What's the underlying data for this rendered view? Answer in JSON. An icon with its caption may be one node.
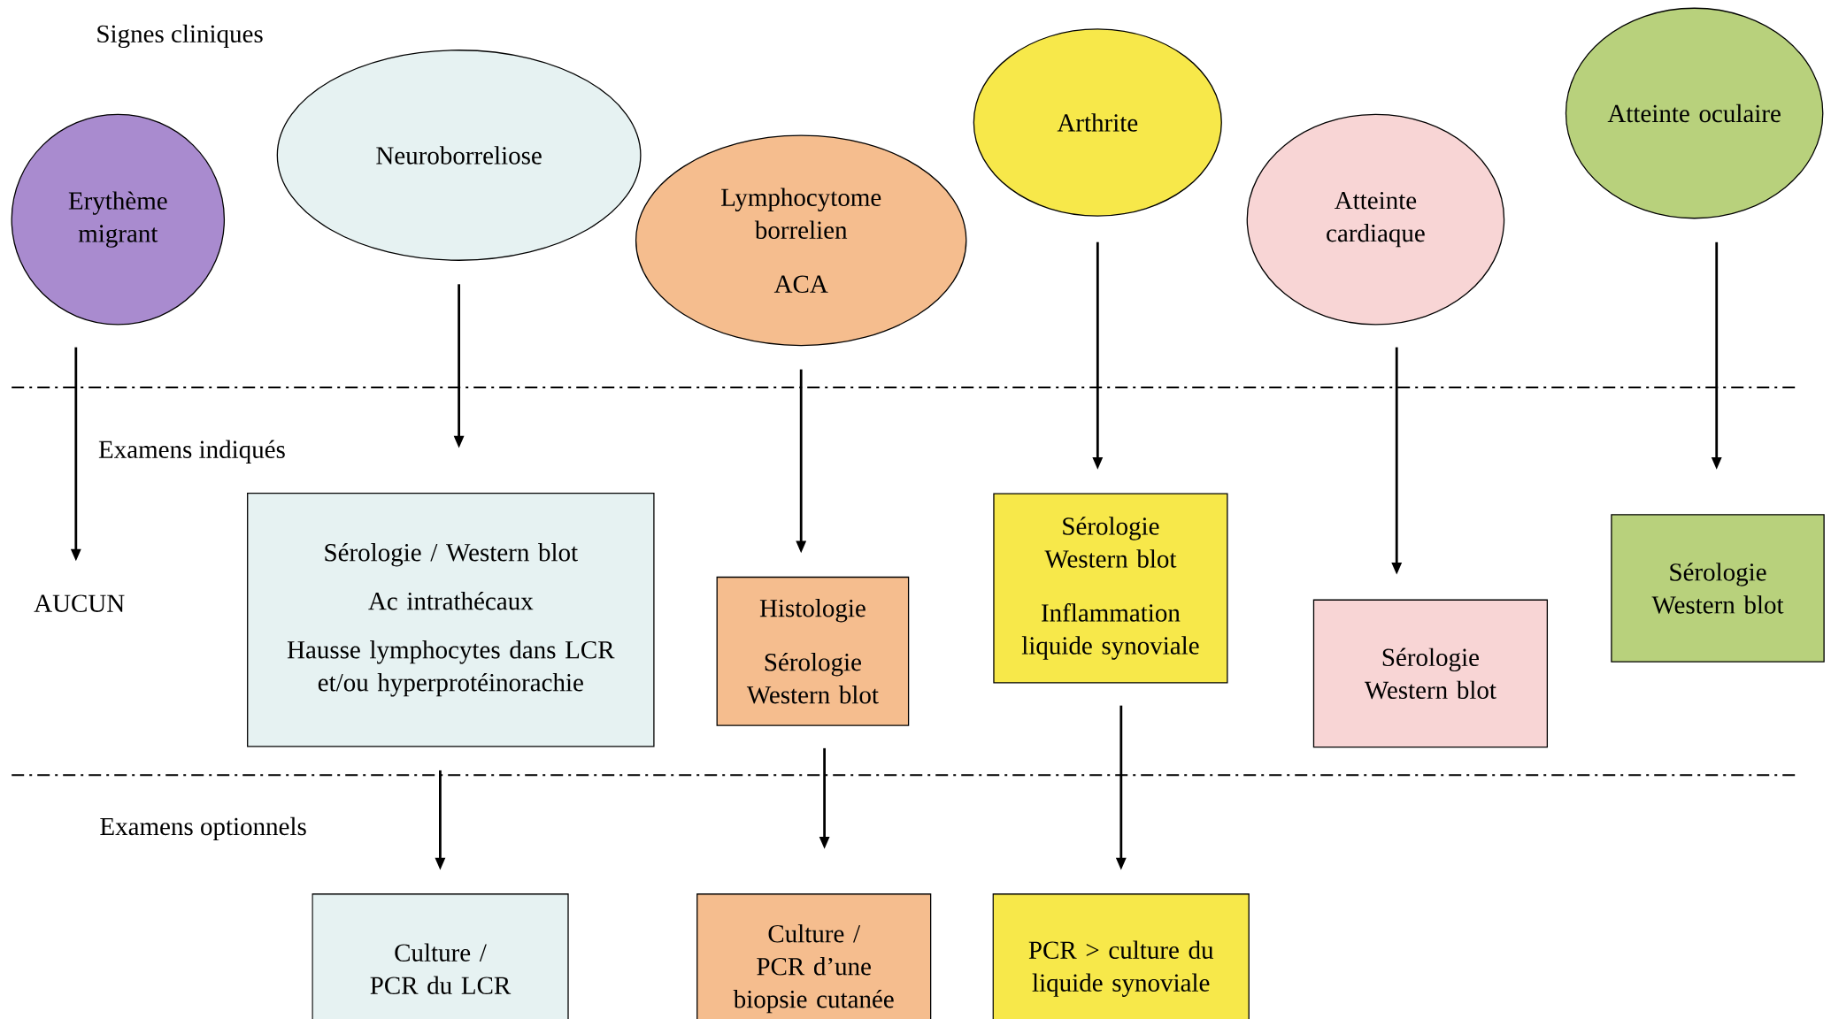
{
  "diagram": {
    "nodes": [
      {
        "text": [
          "Erythème migrant"
        ]
      },
      {
        "text": [
          "Neuroborreliose"
        ]
      },
      {
        "text": [
          "Lymphocytome borrelien",
          "ACA"
        ]
      },
      {
        "text": [
          "Arthrite"
        ]
      },
      {
        "text": [
          "Atteinte cardiaque"
        ]
      },
      {
        "text": [
          "Atteinte oculaire"
        ]
      },
      {
        "text": [
          "AUCUN"
        ]
      },
      {
        "text": [
          "Sérologie / Western blot",
          "Ac intrathécaux",
          "Hausse lymphocytes dans LCR et/ou hyperprotéinorachie"
        ]
      },
      {
        "text": [
          "Histologie",
          "Sérologie Western blot"
        ]
      },
      {
        "text": [
          "Sérologie Western blot",
          "Inflammation liquide synoviale"
        ]
      },
      {
        "text": [
          "Sérologie Western blot"
        ]
      },
      {
        "text": [
          "Sérologie Western blot"
        ]
      },
      {
        "text": [
          "Culture / PCR du LCR"
        ]
      },
      {
        "text": [
          "Culture / PCR d’une biopsie cutanée"
        ]
      },
      {
        "text": [
          "PCR > culture du liquide synoviale"
        ]
      }
    ],
    "edges": [
      {
        "from": 0,
        "to": 6,
        "arrow": "to"
      },
      {
        "from": 1,
        "to": 7,
        "arrow": "to"
      },
      {
        "from": 2,
        "to": 8,
        "arrow": "to"
      },
      {
        "from": 3,
        "to": 9,
        "arrow": "to"
      },
      {
        "from": 4,
        "to": 10,
        "arrow": "to"
      },
      {
        "from": 5,
        "to": 11,
        "arrow": "to"
      },
      {
        "from": 7,
        "to": 12,
        "arrow": "to"
      },
      {
        "from": 8,
        "to": 13,
        "arrow": "to"
      },
      {
        "from": 9,
        "to": 14,
        "arrow": "to"
      }
    ],
    "labels": [
      "Signes cliniques",
      "Examens indiqués",
      "Examens optionnels"
    ]
  }
}
